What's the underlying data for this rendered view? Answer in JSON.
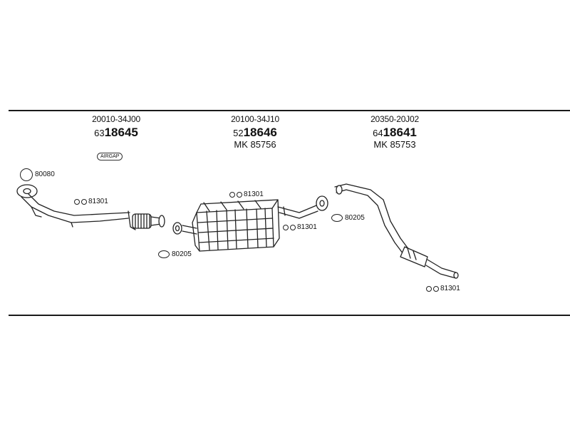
{
  "parts": [
    {
      "oem": "20010-34J00",
      "art_prefix": "63",
      "art_main": "18645",
      "mk": ""
    },
    {
      "oem": "20100-34J10",
      "art_prefix": "52",
      "art_main": "18646",
      "mk": "MK 85756"
    },
    {
      "oem": "20350-20J02",
      "art_prefix": "64",
      "art_main": "18641",
      "mk": "MK 85753"
    }
  ],
  "airgap_label": "AIRGAP",
  "accessories": {
    "ring_front": "80080",
    "clamp_front": "81301",
    "gasket_front": "80205",
    "clamp_mid_top": "81301",
    "clamp_mid_bottom": "81301",
    "gasket_rear": "80205",
    "clamp_rear": "81301"
  }
}
